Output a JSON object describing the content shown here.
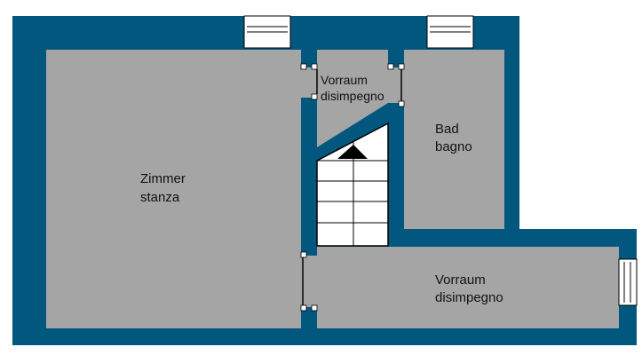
{
  "colors": {
    "wall": "#01577e",
    "floor": "#a5a5a5",
    "fixture": "#ffffff",
    "outline": "#000000",
    "background": "#ffffff"
  },
  "rooms": {
    "zimmer": {
      "line1": "Zimmer",
      "line2": "stanza"
    },
    "vorraum_top": {
      "line1": "Vorraum",
      "line2": "disimpegno"
    },
    "bad": {
      "line1": "Bad",
      "line2": "bagno"
    },
    "vorraum_bottom": {
      "line1": "Vorraum",
      "line2": "disimpegno"
    }
  },
  "icons": [
    "window-icon",
    "door-icon",
    "staircase-icon",
    "stair-arrow-icon"
  ]
}
